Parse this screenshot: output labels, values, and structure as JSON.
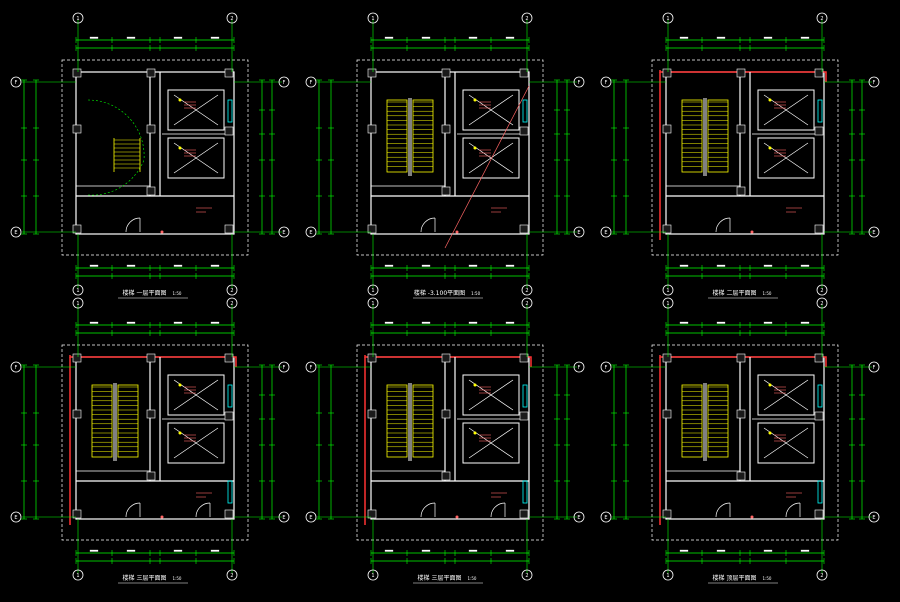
{
  "colors": {
    "background": "#000000",
    "dimension": "#00ff00",
    "wall": "#ffffff",
    "structure": "#ff3333",
    "stair": "#ffff00",
    "grid": "#00ff00",
    "accent": "#00ffff",
    "annotation": "#ff6666"
  },
  "drawings": [
    {
      "title": "楼梯  一层平面图",
      "scale": "1:50",
      "stair_type": "curved"
    },
    {
      "title": "楼梯  -3.100平面图",
      "scale": "1:50",
      "stair_type": "straight"
    },
    {
      "title": "楼梯  二层平面图",
      "scale": "1:50",
      "stair_type": "straight"
    },
    {
      "title": "楼梯  三层平面图",
      "scale": "1:50",
      "stair_type": "straight"
    },
    {
      "title": "楼梯  三层平面图",
      "scale": "1:50",
      "stair_type": "straight"
    },
    {
      "title": "楼梯  顶层平面图",
      "scale": "1:50",
      "stair_type": "straight"
    }
  ],
  "grid_bubbles": [
    "F",
    "E",
    "1",
    "2"
  ]
}
